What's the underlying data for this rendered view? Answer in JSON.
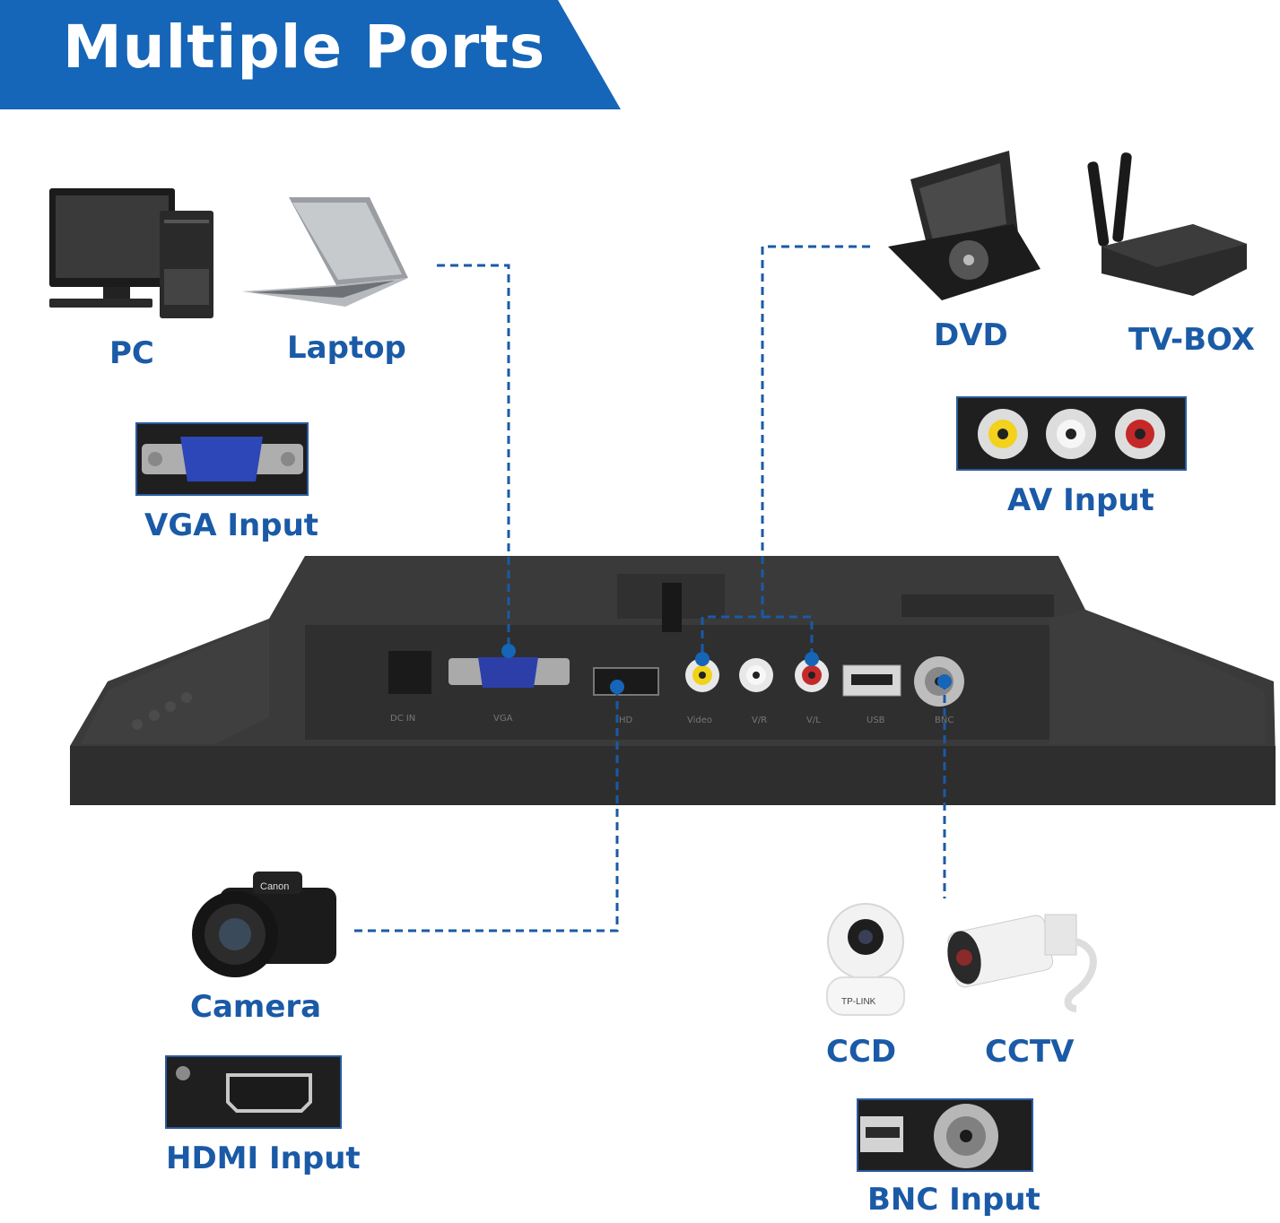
{
  "banner": {
    "title": "Multiple Ports"
  },
  "devices": {
    "pc": "PC",
    "laptop": "Laptop",
    "dvd": "DVD",
    "tvbox": "TV-BOX",
    "camera": "Camera",
    "ccd": "CCD",
    "cctv": "CCTV"
  },
  "ports": {
    "vga": "VGA Input",
    "av": "AV Input",
    "hdmi": "HDMI Input",
    "bnc": "BNC Input"
  },
  "monitor_labels": [
    "DC IN",
    "VGA",
    "HD",
    "Video",
    "V/R",
    "V/L",
    "USB",
    "BNC"
  ],
  "camera_brand": "Canon",
  "ccd_brand": "TP-LINK",
  "colors": {
    "accent": "#1565b8",
    "label": "#1a5aa6",
    "monitor": "#2b2b2b"
  }
}
